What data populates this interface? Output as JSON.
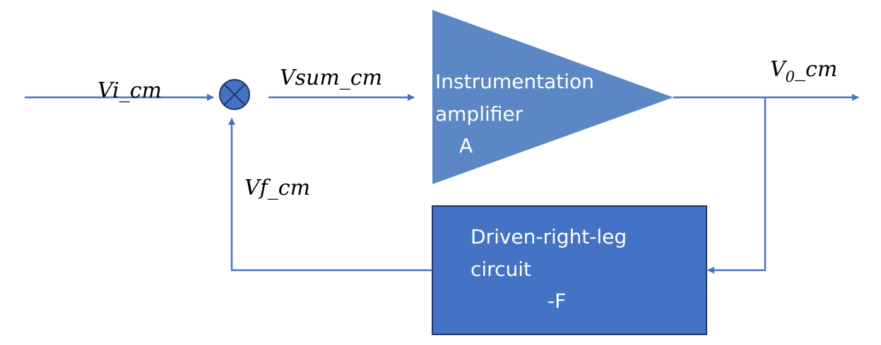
{
  "colors": {
    "wire": "#4472C4",
    "amplifier_fill": "#5B87C5",
    "drl_fill": "#4472C4",
    "drl_border": "#1F3864",
    "junction_fill": "#4472C4",
    "junction_border": "#1F3864",
    "label_text": "#000000",
    "block_text": "#ffffff"
  },
  "signals": {
    "input": "Vi_cm",
    "sum": "Vsum_cm",
    "output_main": "V",
    "output_sub": "0",
    "output_tail": "_cm",
    "feedback": "Vf_cm"
  },
  "amplifier": {
    "line1": "Instrumentation",
    "line2": "amplifier",
    "gain": "A"
  },
  "drl_block": {
    "line1": "Driven-right-leg",
    "line2": "circuit",
    "gain": "-F"
  },
  "icons": {
    "junction": "summing-junction-icon",
    "arrowhead": "arrowhead-icon"
  }
}
